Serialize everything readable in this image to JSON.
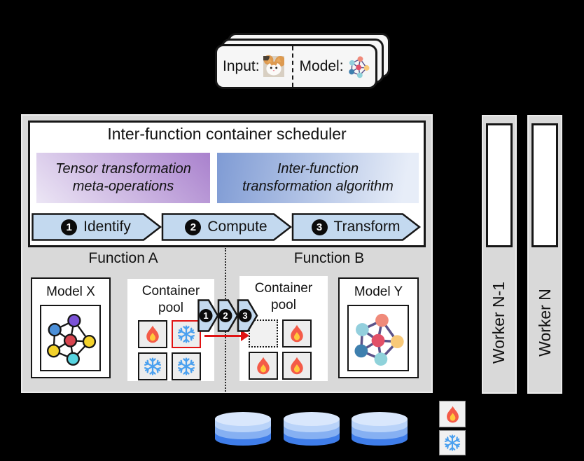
{
  "request_card": {
    "input_label": "Input:",
    "input_image": "cat-photo",
    "model_label": "Model:",
    "model_icon": "neural-network-icon",
    "stack_count": 3
  },
  "scheduler": {
    "title": "Inter-function container scheduler",
    "meta_ops": {
      "line1": "Tensor transformation",
      "line2": "meta-operations"
    },
    "algorithm": {
      "line1": "Inter-function",
      "line2": "transformation algorithm"
    },
    "steps": [
      {
        "num": "1",
        "label": "Identify"
      },
      {
        "num": "2",
        "label": "Compute"
      },
      {
        "num": "3",
        "label": "Transform"
      }
    ]
  },
  "functions": {
    "a": {
      "title": "Function A",
      "model_title": "Model X",
      "pool": {
        "line1": "Container",
        "line2": "pool",
        "slots": [
          "warm",
          "cold-selected",
          "cold",
          "cold"
        ]
      }
    },
    "b": {
      "title": "Function B",
      "model_title": "Model Y",
      "pool": {
        "line1": "Container",
        "line2": "pool",
        "slots": [
          "empty-target",
          "warm",
          "warm",
          "warm"
        ]
      }
    }
  },
  "mini_steps": [
    {
      "num": "1"
    },
    {
      "num": "2"
    },
    {
      "num": "3"
    }
  ],
  "workers": [
    {
      "label": "Worker N-1"
    },
    {
      "label": "Worker N"
    }
  ],
  "storage": {
    "database_count": 3
  },
  "legend": {
    "warm_icon": "fire-icon",
    "cold_icon": "snowflake-icon"
  },
  "colors": {
    "background": "#000000",
    "panel_gray": "#d9d9d9",
    "chevron_fill": "#c3d9ef",
    "meta_ops_gradient": [
      "#ece6f5",
      "#a981cd"
    ],
    "algorithm_gradient": [
      "#7f9bd4",
      "#e7edf8"
    ],
    "highlight_red": "#e01212",
    "fire_orange": "#f45b48",
    "snowflake_blue": "#4aa0ef",
    "database_blue": "#3f7de9"
  }
}
